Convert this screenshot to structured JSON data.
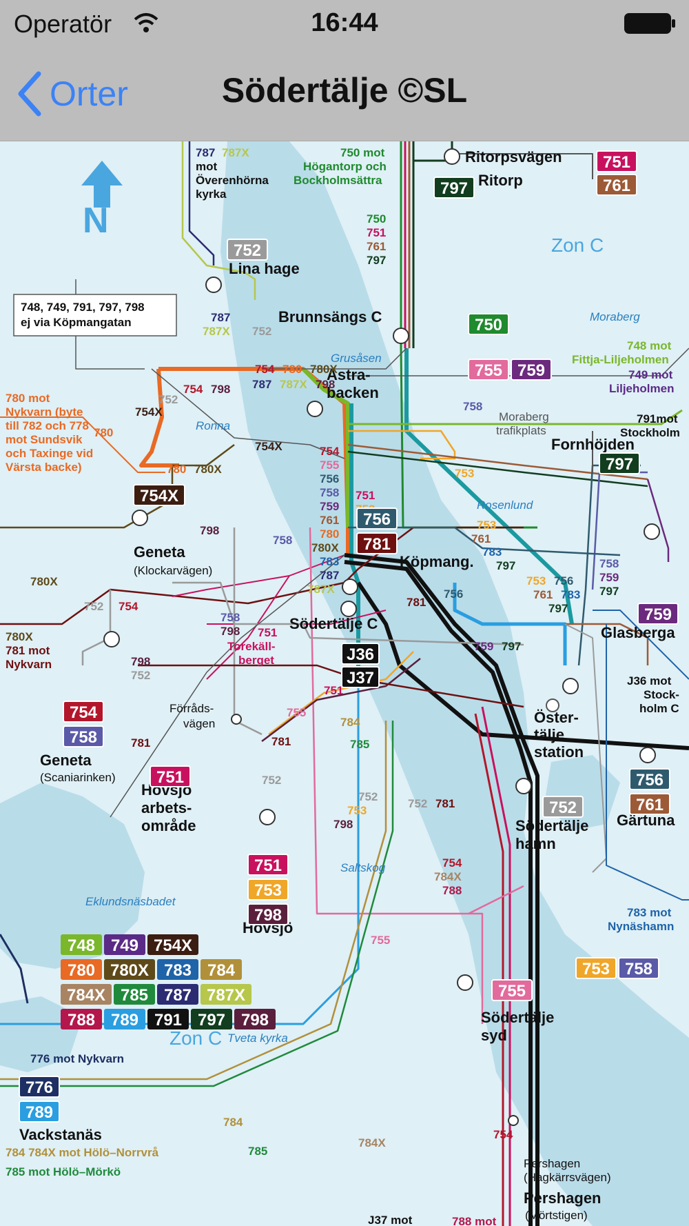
{
  "status": {
    "carrier": "Operatör",
    "time": "16:44"
  },
  "nav": {
    "back_label": "Orter",
    "title": "Södertälje ©SL"
  },
  "map": {
    "zones": [
      "Zon C",
      "Zon C"
    ],
    "north_label": "N",
    "stops": {
      "ritorpsvagen": "Ritorpsvägen",
      "ritorp": "Ritorp",
      "lina_hage": "Lina hage",
      "brunnsangs": "Brunnsängs C",
      "astra1": "Astra-",
      "astra2": "backen",
      "fornhojden": "Fornhöjden",
      "geneta": "Geneta",
      "geneta_sub": "(Klockarvägen)",
      "kopmang": "Köpmang.",
      "sodertalje_c": "Södertälje C",
      "glasberga": "Glasberga",
      "oster1": "Öster-",
      "oster2": "tälje",
      "oster3": "station",
      "geneta2": "Geneta",
      "geneta2_sub": "(Scaniarinken)",
      "hovsjo1": "Hovsjö",
      "hovsjo2": "arbets-",
      "hovsjo3": "område",
      "hamn1": "Södertälje",
      "hamn2": "hamn",
      "gartuna": "Gärtuna",
      "hovsjo": "Hovsjö",
      "syd1": "Södertälje",
      "syd2": "syd",
      "vackstanas": "Vackstanäs",
      "pershagen": "Pershagen",
      "pershagen_sub": "(Mörtstigen)",
      "pershagen_h1": "Pershagen",
      "pershagen_h2": "(Hagkärrsvägen)",
      "torek1": "Torekäll-",
      "torek2": "berget",
      "forrads1": "Förråds-",
      "forrads2": "vägen"
    },
    "places": {
      "grusasen": "Grusåsen",
      "moraberg": "Moraberg",
      "ronna": "Ronna",
      "rosenlund": "Rosenlund",
      "saltskog": "Saltskog",
      "eklund": "Eklundsnäsbadet",
      "tveta": "Tveta kyrka",
      "morab_tp1": "Moraberg",
      "morab_tp2": "trafikplats"
    },
    "notes": {
      "n787a": "787",
      "n787b": "787X",
      "n787c": "mot",
      "n787d": "Överenhörna",
      "n787e": "kyrka",
      "n750a": "750 mot",
      "n750b": "Högantorp och",
      "n750c": "Bockholmsättra",
      "box1a": "748, 749, 791, 797, 798",
      "box1b": "ej via Köpmangatan",
      "n780a": "780 mot",
      "n780b": "Nykvarn (byte",
      "n780c": "till 782 och 778",
      "n780d": "mot Sundsvik",
      "n780e": "och Taxinge vid",
      "n780f": "Värsta backe)",
      "n748a": "748 mot",
      "n748b": "Fittja-Liljeholmen",
      "n749a": "749 mot",
      "n749b": "Liljeholmen",
      "n791a": "791mot",
      "n791b": "Stockholm",
      "n780xa": "780X",
      "n780xb": "781 mot",
      "n780xc": "Nykvarn",
      "nj36a": "J36 mot",
      "nj36b": "Stock-",
      "nj36c": "holm C",
      "n783a": "783 mot",
      "n783b": "Nynäshamn",
      "n776": "776 mot Nykvarn",
      "n784": "784 784X mot Hölö–Norrvrå",
      "n785": "785 mot Hölö–Mörkö",
      "nj37": "J37 mot",
      "n788": "788 mot"
    },
    "line_labels": {
      "l_750": "750",
      "l_751": "751",
      "l_761": "761",
      "l_797": "797",
      "l_787": "787",
      "l_787x": "787X",
      "l_752": "752",
      "l_754": "754",
      "l_780": "780",
      "l_780x": "780X",
      "l_798": "798",
      "l_754x": "754X",
      "l_755": "755",
      "l_756": "756",
      "l_758": "758",
      "l_759": "759",
      "l_753": "753",
      "l_783": "783",
      "l_781": "781",
      "l_784": "784",
      "l_785": "785",
      "l_784x": "784X",
      "l_788": "788"
    },
    "badges": [
      {
        "id": "b751a",
        "label": "751",
        "color": "#c8115e"
      },
      {
        "id": "b761a",
        "label": "761",
        "color": "#9c5a36"
      },
      {
        "id": "b797a",
        "label": "797",
        "color": "#123d1f"
      },
      {
        "id": "b752a",
        "label": "752",
        "color": "#9a9a9a"
      },
      {
        "id": "b750",
        "label": "750",
        "color": "#1f8a2e"
      },
      {
        "id": "b755a",
        "label": "755",
        "color": "#e26a9c"
      },
      {
        "id": "b759a",
        "label": "759",
        "color": "#6b2a7d"
      },
      {
        "id": "b797b",
        "label": "797",
        "color": "#123d1f"
      },
      {
        "id": "b754x",
        "label": "754X",
        "color": "#3b1d12"
      },
      {
        "id": "b756a",
        "label": "756",
        "color": "#2f5a6e"
      },
      {
        "id": "b781",
        "label": "781",
        "color": "#6e1010"
      },
      {
        "id": "b759b",
        "label": "759",
        "color": "#6b2a7d"
      },
      {
        "id": "bj36",
        "label": "J36",
        "color": "#111111"
      },
      {
        "id": "bj37",
        "label": "J37",
        "color": "#111111"
      },
      {
        "id": "b754",
        "label": "754",
        "color": "#b3162b"
      },
      {
        "id": "b758",
        "label": "758",
        "color": "#5a5aa8"
      },
      {
        "id": "b751b",
        "label": "751",
        "color": "#c8115e"
      },
      {
        "id": "b756b",
        "label": "756",
        "color": "#2f5a6e"
      },
      {
        "id": "b761b",
        "label": "761",
        "color": "#9c5a36"
      },
      {
        "id": "b752b",
        "label": "752",
        "color": "#9a9a9a"
      },
      {
        "id": "b751c",
        "label": "751",
        "color": "#c8115e"
      },
      {
        "id": "b753a",
        "label": "753",
        "color": "#f0a628"
      },
      {
        "id": "b798",
        "label": "798",
        "color": "#5a1f3d"
      },
      {
        "id": "b753b",
        "label": "753",
        "color": "#f0a628"
      },
      {
        "id": "b758b",
        "label": "758",
        "color": "#5a5aa8"
      },
      {
        "id": "b755b",
        "label": "755",
        "color": "#e26a9c"
      },
      {
        "id": "b776",
        "label": "776",
        "color": "#1d2f63"
      },
      {
        "id": "b789",
        "label": "789",
        "color": "#2a9ee0"
      }
    ],
    "legend": [
      {
        "label": "748",
        "color": "#7ab72b"
      },
      {
        "label": "749",
        "color": "#5b2a86"
      },
      {
        "label": "754X",
        "color": "#3b1d12"
      },
      {
        "label": "780",
        "color": "#e86a24"
      },
      {
        "label": "780X",
        "color": "#5e4a19"
      },
      {
        "label": "783",
        "color": "#1f63a8"
      },
      {
        "label": "784",
        "color": "#b1903a"
      },
      {
        "label": "784X",
        "color": "#a88462"
      },
      {
        "label": "785",
        "color": "#208a3c"
      },
      {
        "label": "787",
        "color": "#2b2c72"
      },
      {
        "label": "787X",
        "color": "#b6c74b"
      },
      {
        "label": "788",
        "color": "#b3174b"
      },
      {
        "label": "789",
        "color": "#2a9ee0"
      },
      {
        "label": "791",
        "color": "#111111"
      },
      {
        "label": "797",
        "color": "#123d1f"
      },
      {
        "label": "798",
        "color": "#5a1f3d"
      }
    ]
  }
}
